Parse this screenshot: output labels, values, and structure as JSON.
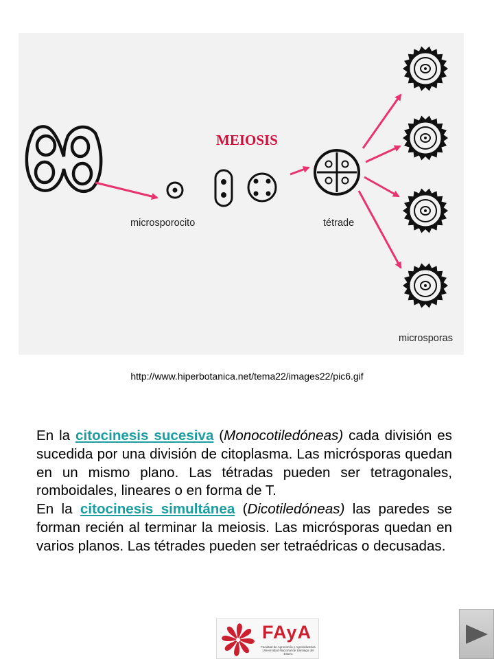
{
  "figure": {
    "meiosis_label": "MEIOSIS",
    "microsporocito_label": "microsporocito",
    "tetrade_label": "tétrade",
    "microsporas_label": "microsporas"
  },
  "source_url": "http://www.hiperbotanica.net/tema22/images22/pic6.gif",
  "paragraph1": {
    "prefix": "En la ",
    "link": "citocinesis sucesiva",
    "mid": " (",
    "italic": "Monocotiledóneas)",
    "suffix": " cada división es sucedida por una división de citoplasma. Las micrósporas quedan en un mismo plano. Las tétradas pueden ser tetragonales, romboidales, lineares o en forma de T."
  },
  "paragraph2": {
    "prefix": "En la ",
    "link": "citocinesis simultánea",
    "mid": " (",
    "italic": "Dicotiledóneas)",
    "suffix": " las paredes se forman recién al terminar la meiosis. Las micrósporas quedan en varios planos. Las tétrades pueden ser tetraédricas o decusadas."
  },
  "logo": {
    "title": "FAyA",
    "subtitle": "Facultad de Agronomía y Agroindustrias Universidad Nacional de Santiago del Estero"
  },
  "colors": {
    "arrow": "#e8336e",
    "meiosis": "#d0103a",
    "link": "#1a9ea0",
    "logo_red": "#cc1f2f"
  },
  "icons": {
    "next": "play-triangle-icon"
  }
}
